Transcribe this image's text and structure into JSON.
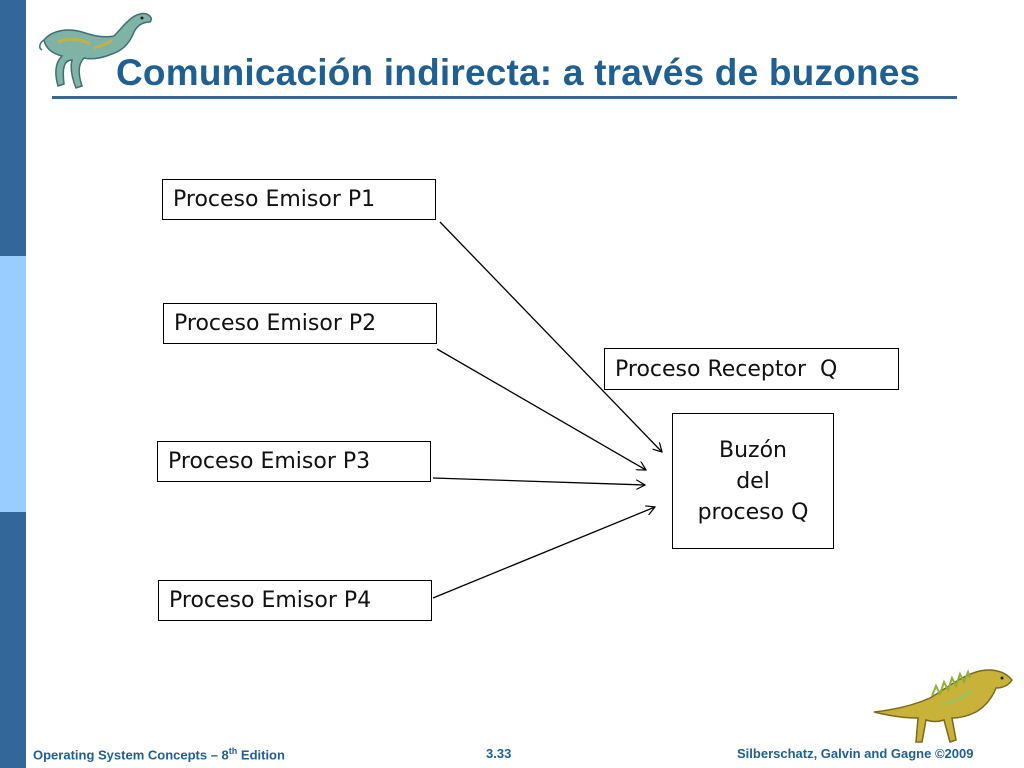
{
  "slide": {
    "title": "Comunicación indirecta: a través de buzones"
  },
  "diagram": {
    "senders": [
      {
        "label": "Proceso Emisor P1"
      },
      {
        "label": "Proceso Emisor P2"
      },
      {
        "label": "Proceso Emisor P3"
      },
      {
        "label": "Proceso Emisor P4"
      }
    ],
    "receiver": {
      "label": "Proceso Receptor  Q"
    },
    "mailbox": {
      "lines": [
        "Buzón",
        "del",
        "proceso Q"
      ]
    }
  },
  "footer": {
    "book": "Operating System Concepts – 8",
    "book_sup": "th",
    "book_suffix": " Edition",
    "page": "3.33",
    "authors": "Silberschatz, Galvin and Gagne ©2009"
  },
  "colors": {
    "accent": "#1f5f91",
    "sidebar_dark": "#336699",
    "sidebar_light": "#99ccff"
  }
}
